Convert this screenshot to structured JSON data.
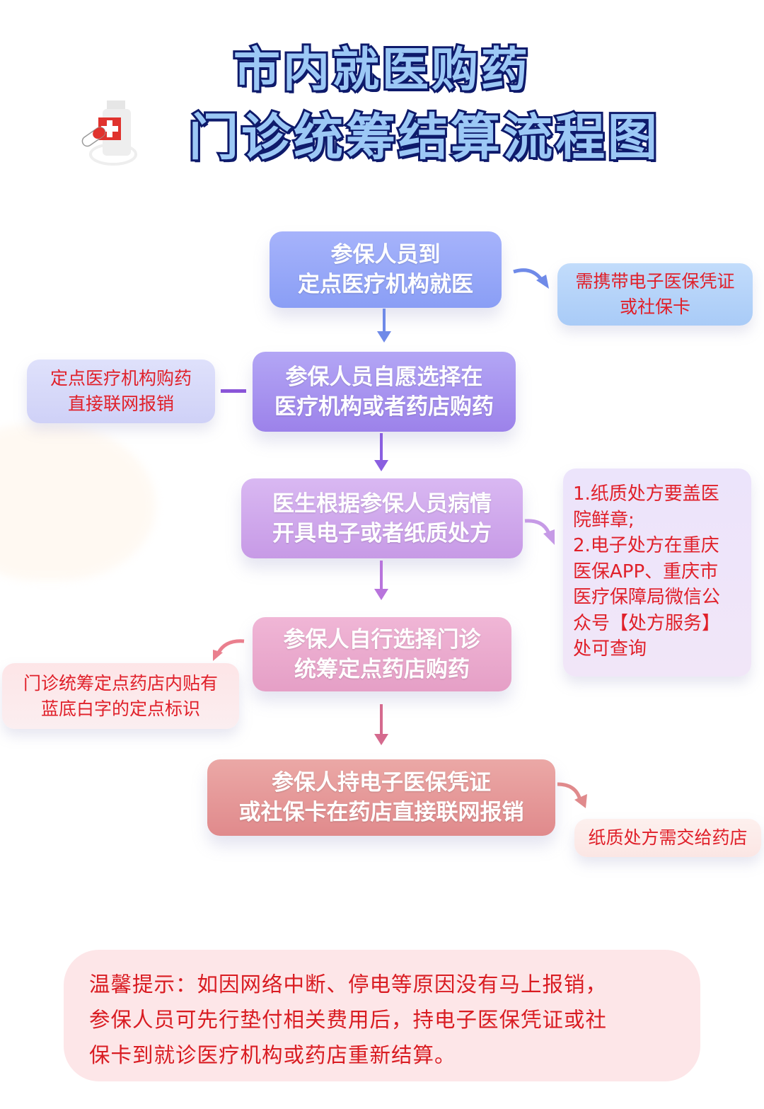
{
  "title": {
    "line1": "市内就医购药",
    "line2": "门诊统筹结算流程图",
    "icon": "medicine-kit-icon"
  },
  "colors": {
    "title_fill": "#9cc8f5",
    "title_stroke": "#0e1a6b",
    "side_text": "#e0202a",
    "tip_bg": "#fde6e8",
    "tip_text": "#d91c22",
    "step1": "#8a9ef5",
    "step2": "#9c82ea",
    "step3": "#c79ae6",
    "step4": "#e59fc6",
    "step5": "#e08a8c"
  },
  "flow": {
    "steps": [
      {
        "line1": "参保人员到",
        "line2": "定点医疗机构就医"
      },
      {
        "line1": "参保人员自愿选择在",
        "line2": "医疗机构或者药店购药"
      },
      {
        "line1": "医生根据参保人员病情",
        "line2": "开具电子或者纸质处方"
      },
      {
        "line1": "参保人自行选择门诊",
        "line2": "统筹定点药店购药"
      },
      {
        "line1": "参保人持电子医保凭证",
        "line2": "或社保卡在药店直接联网报销"
      }
    ],
    "notes": {
      "step1": {
        "line1": "需携带电子医保凭证",
        "line2": "或社保卡"
      },
      "step2": {
        "line1": "定点医疗机构购药",
        "line2": "直接联网报销"
      },
      "step3": {
        "lines": [
          "1.纸质处方要盖医",
          "院鲜章;",
          "2.电子处方在重庆",
          "医保APP、重庆市",
          "医疗保障局微信公",
          "众号【处方服务】",
          "处可查询"
        ]
      },
      "step4": {
        "line1": "门诊统筹定点药店内贴有",
        "line2": "蓝底白字的定点标识"
      },
      "step5": {
        "line1": "纸质处方需交给药店"
      }
    }
  },
  "tip": {
    "line1": "温馨提示：如因网络中断、停电等原因没有马上报销，",
    "line2": "参保人员可先行垫付相关费用后，持电子医保凭证或社",
    "line3": "保卡到就诊医疗机构或药店重新结算。"
  }
}
